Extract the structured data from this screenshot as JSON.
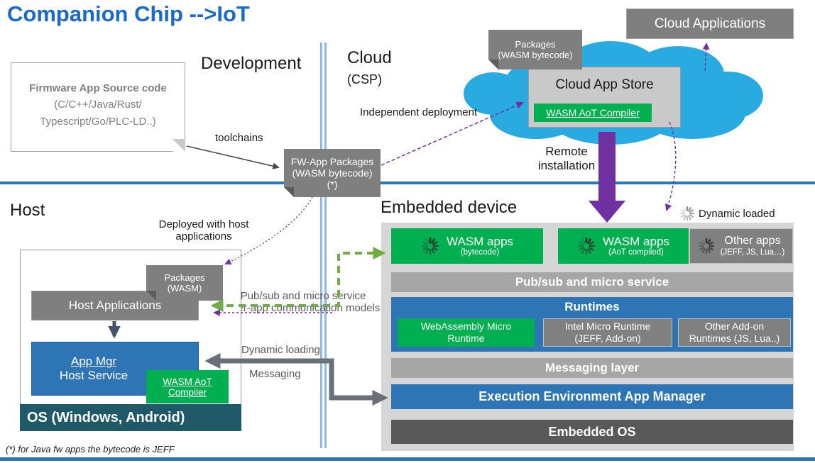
{
  "title": "Companion Chip -->IoT",
  "footnote": "(*) for Java fw apps the bytecode is JEFF",
  "section_labels": {
    "development": "Development",
    "cloud": "Cloud",
    "csp": "(CSP)",
    "host": "Host",
    "embedded_device": "Embedded device"
  },
  "annotations": {
    "independent_deployment": "Independent deployment",
    "toolchains": "toolchains",
    "deployed_line1": "Deployed with host",
    "deployed_line2": "applications",
    "remote_line1": "Remote",
    "remote_line2": "installation",
    "dynamic_loaded": "Dynamic loaded",
    "pubsub_line1": "Pub/sub and micro service",
    "pubsub_line2": "inter-app communication models",
    "dynamic_loading": "Dynamic loading",
    "messaging": "Messaging"
  },
  "cloud_area": {
    "cloud_applications": "Cloud Applications",
    "cloud_app_store": "Cloud App Store",
    "wasm_aot_compiler": "WASM AoT Compiler",
    "packages_line1": "Packages",
    "packages_line2": "(WASM bytecode)"
  },
  "firmware_box": {
    "line1": "Firmware App Source code",
    "line2": "(C/C++/Java/Rust/",
    "line3": "Typescript/Go/PLC-LD..)"
  },
  "fw_packages_tag": {
    "line1": "FW-App Packages",
    "line2": "(WASM bytecode)",
    "line3": "(*)"
  },
  "host_area": {
    "packages_line1": "Packages",
    "packages_line2": "(WASM)",
    "host_applications": "Host Applications",
    "app_mgr_line1": "App Mgr",
    "app_mgr_line2": "Host Service",
    "compiler_line1": "WASM AoT",
    "compiler_line2": "Compiler",
    "os_bar": "OS (Windows, Android)"
  },
  "embedded": {
    "apps": [
      {
        "title": "WASM apps",
        "subtitle": "(bytecode)"
      },
      {
        "title": "WASM apps",
        "subtitle": "(AoT compiled)"
      },
      {
        "title": "Other apps",
        "subtitle": "(JEFF, JS, Lua…)"
      }
    ],
    "pubsub_bar": "Pub/sub and micro service",
    "runtimes_title": "Runtimes",
    "runtimes": [
      {
        "line1": "WebAssembly Micro",
        "line2": "Runtime"
      },
      {
        "line1": "Intel Micro Runtime",
        "line2": "(JEFF, Add-on)"
      },
      {
        "line1": "Other Add-on",
        "line2": "Runtimes (JS, Lua..)"
      }
    ],
    "messaging_layer": "Messaging layer",
    "exec_env": "Execution Environment App Manager",
    "embedded_os": "Embedded OS"
  },
  "colors": {
    "title_blue": "#1B6AC9",
    "accent_blue": "#2E75B6",
    "green": "#00B050",
    "purple": "#7030A0",
    "cloud_cyan": "#29ABE2",
    "dark_teal": "#1F5968",
    "gray_box": "#7F7F7F",
    "panel_gray": "#D6D6D6",
    "bar_gray": "#A6A6A6",
    "dark_gray": "#595959"
  }
}
